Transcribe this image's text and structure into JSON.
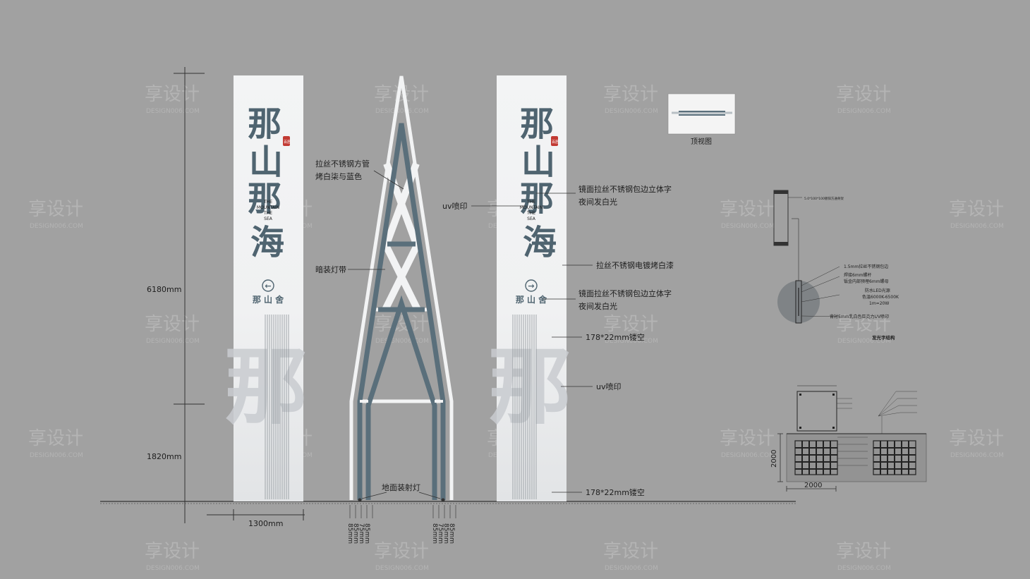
{
  "colors": {
    "background": "#a1a1a1",
    "panel": "#f2f3f4",
    "steel_blue": "#5a6f7b",
    "dark_text": "#1d1d1d",
    "seal_red": "#c23a33"
  },
  "watermark": {
    "main": "享设计",
    "sub": "DESIGN006.COM"
  },
  "dimensions": {
    "total_height": "6180mm",
    "base_height": "1820mm",
    "width": "1300mm",
    "strip_widths": [
      "85mm",
      "85mm",
      "75mm",
      "85mm"
    ],
    "strip_widths_right": [
      "85mm",
      "75mm",
      "85mm",
      "85mm"
    ]
  },
  "left_sign": {
    "title_chars": [
      "那",
      "山",
      "那",
      "海"
    ],
    "seal": "百居",
    "english_lines": [
      "THE",
      "MOUNTAIN",
      "THE",
      "SEA"
    ],
    "name": "那 山 舍",
    "arrow": "←",
    "bottom_char": "那"
  },
  "right_sign": {
    "title_chars": [
      "那",
      "山",
      "那",
      "海"
    ],
    "seal": "百居",
    "english_lines": [
      "THE",
      "MOUNTAIN",
      "THE",
      "SEA"
    ],
    "name": "那 山 舍",
    "arrow": "→",
    "bottom_char": "那"
  },
  "tower_labels": {
    "frame_l1": "拉丝不锈钢方管",
    "frame_l2": "烤白柒与蓝色",
    "hidden_light": "暗装灯带",
    "ground_light": "地面装射灯"
  },
  "callouts": {
    "uv_print_top": "uv喷印",
    "mirror_letters_1_l1": "镜面拉丝不锈钢包边立体字",
    "mirror_letters_1_l2": "夜间发白光",
    "plating": "拉丝不锈钢电镀烤白漆",
    "mirror_letters_2_l1": "镜面拉丝不锈钢包边立体字",
    "mirror_letters_2_l2": "夜间发白光",
    "hollow_1": "178*22mm镂空",
    "uv_print_bottom": "uv喷印",
    "hollow_2": "178*22mm镂空"
  },
  "top_view": {
    "label": "顶视图"
  },
  "structure_detail": {
    "spec_top": "5.0*100*100镀锌方通骨架",
    "note_1": "1.5mm拉丝不锈钢包边",
    "note_2_l1": "焊接6mm螺杆",
    "note_2_l2": "钣金内部预埋6mm螺母",
    "note_3_l1": "防水LED光源",
    "note_3_l2": "色温6000K-6500K",
    "note_3_l3": "1m=20W",
    "note_4": "背衬5mm乳白色亚克力UV喷印",
    "caption": "发光字结构"
  },
  "foundation": {
    "width": "2000",
    "height": "2000"
  }
}
